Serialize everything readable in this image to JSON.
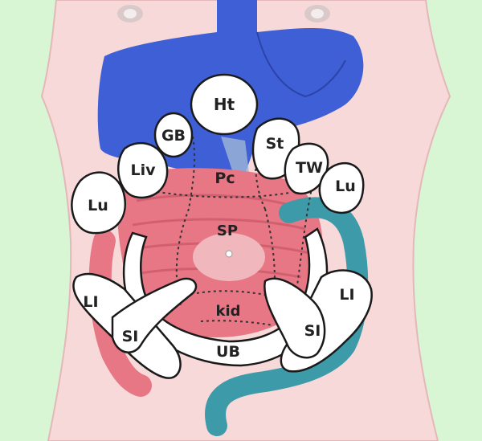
{
  "zones": {
    "ht": "Ht",
    "gb": "GB",
    "st": "St",
    "liv": "Liv",
    "pc": "Pc",
    "tw": "TW",
    "lu_left": "Lu",
    "lu_right": "Lu",
    "sp": "SP",
    "li_left": "LI",
    "li_right": "LI",
    "si_left": "SI",
    "si_right": "SI",
    "kid": "kid",
    "ub": "UB"
  },
  "colors": {
    "background": "#d8f5d4",
    "skin": "#f7d9d9",
    "liver": "#3f5fd6",
    "intestine": "#e87785",
    "colon": "#3d9aa8",
    "zone_fill": "#ffffff"
  }
}
